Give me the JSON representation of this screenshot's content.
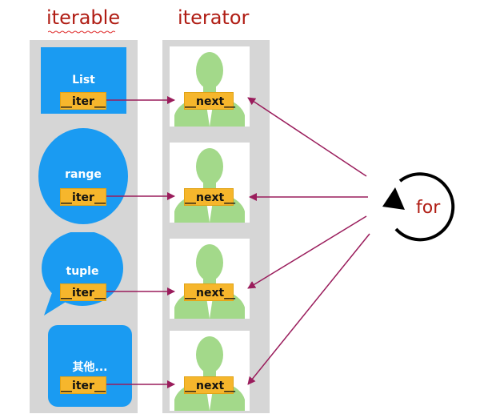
{
  "headings": {
    "iterable": "iterable",
    "iterator": "iterator"
  },
  "iterables": [
    {
      "label": "List",
      "method": "__iter__"
    },
    {
      "label": "range",
      "method": "__iter__"
    },
    {
      "label": "tuple",
      "method": "__iter__"
    },
    {
      "label": "其他...",
      "method": "__iter__"
    }
  ],
  "iterators": [
    {
      "method": "__next__"
    },
    {
      "method": "__next__"
    },
    {
      "method": "__next__"
    },
    {
      "method": "__next__"
    }
  ],
  "loop": {
    "label": "for",
    "icon": "circular-arrow-icon"
  },
  "colors": {
    "accent": "#b01d14",
    "shape": "#1a9bf2",
    "tag": "#f6b62c",
    "arrow": "#9a1d5c",
    "person": "#a3d98a",
    "panel": "#d6d6d6"
  }
}
